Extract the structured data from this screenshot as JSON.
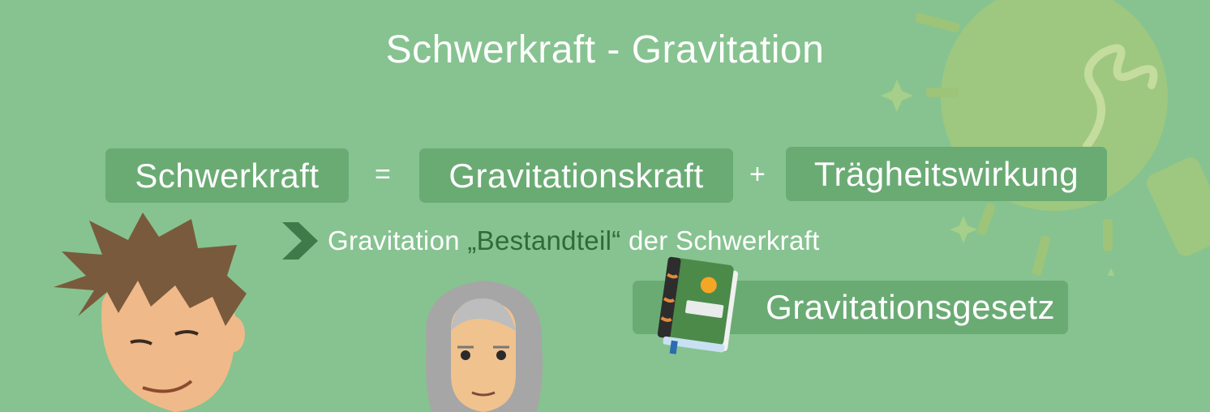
{
  "title": "Schwerkraft - Gravitation",
  "equation": {
    "term1": "Schwerkraft",
    "equals": "=",
    "term2": "Gravitationskraft",
    "plus": "+",
    "term3": "Trägheitswirkung"
  },
  "subline": {
    "prefix": "Gravitation ",
    "highlight": "„Bestandteil“",
    "suffix": " der Schwerkraft"
  },
  "reference": {
    "label": "Gravitationsgesetz"
  },
  "colors": {
    "background": "#86c390",
    "pill": "#6aab74",
    "text": "#ffffff",
    "highlight": "#2f6a3b",
    "book": "#4c8a4a"
  },
  "icons": [
    "chevron-right-icon",
    "book-icon",
    "lightbulb-icon"
  ]
}
